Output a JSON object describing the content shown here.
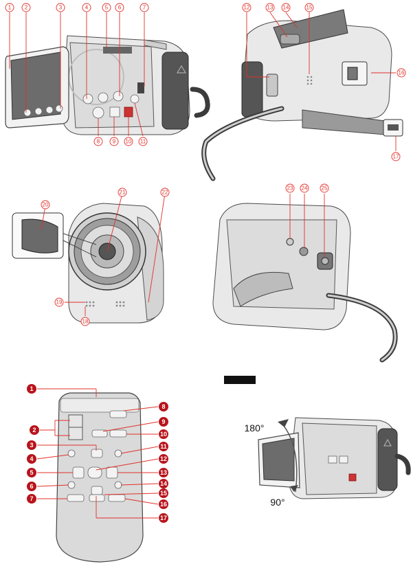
{
  "callouts": [
    "1",
    "2",
    "3",
    "4",
    "5",
    "6",
    "7",
    "8",
    "9",
    "10",
    "11",
    "12",
    "13",
    "14",
    "15",
    "16",
    "17",
    "18",
    "19",
    "20",
    "21",
    "22",
    "23",
    "24",
    "25"
  ],
  "remote_callouts": [
    "1",
    "2",
    "3",
    "4",
    "5",
    "6",
    "7",
    "8",
    "9",
    "10",
    "11",
    "12",
    "13",
    "14",
    "15",
    "16",
    "17"
  ],
  "lcd_rotation": {
    "up_angle": "180°",
    "down_angle": "90°"
  },
  "colors": {
    "callout_red": "#e0302a",
    "remote_label": "#b8141c",
    "body_grey": "#e9e9e9",
    "note_box": "#111111"
  }
}
